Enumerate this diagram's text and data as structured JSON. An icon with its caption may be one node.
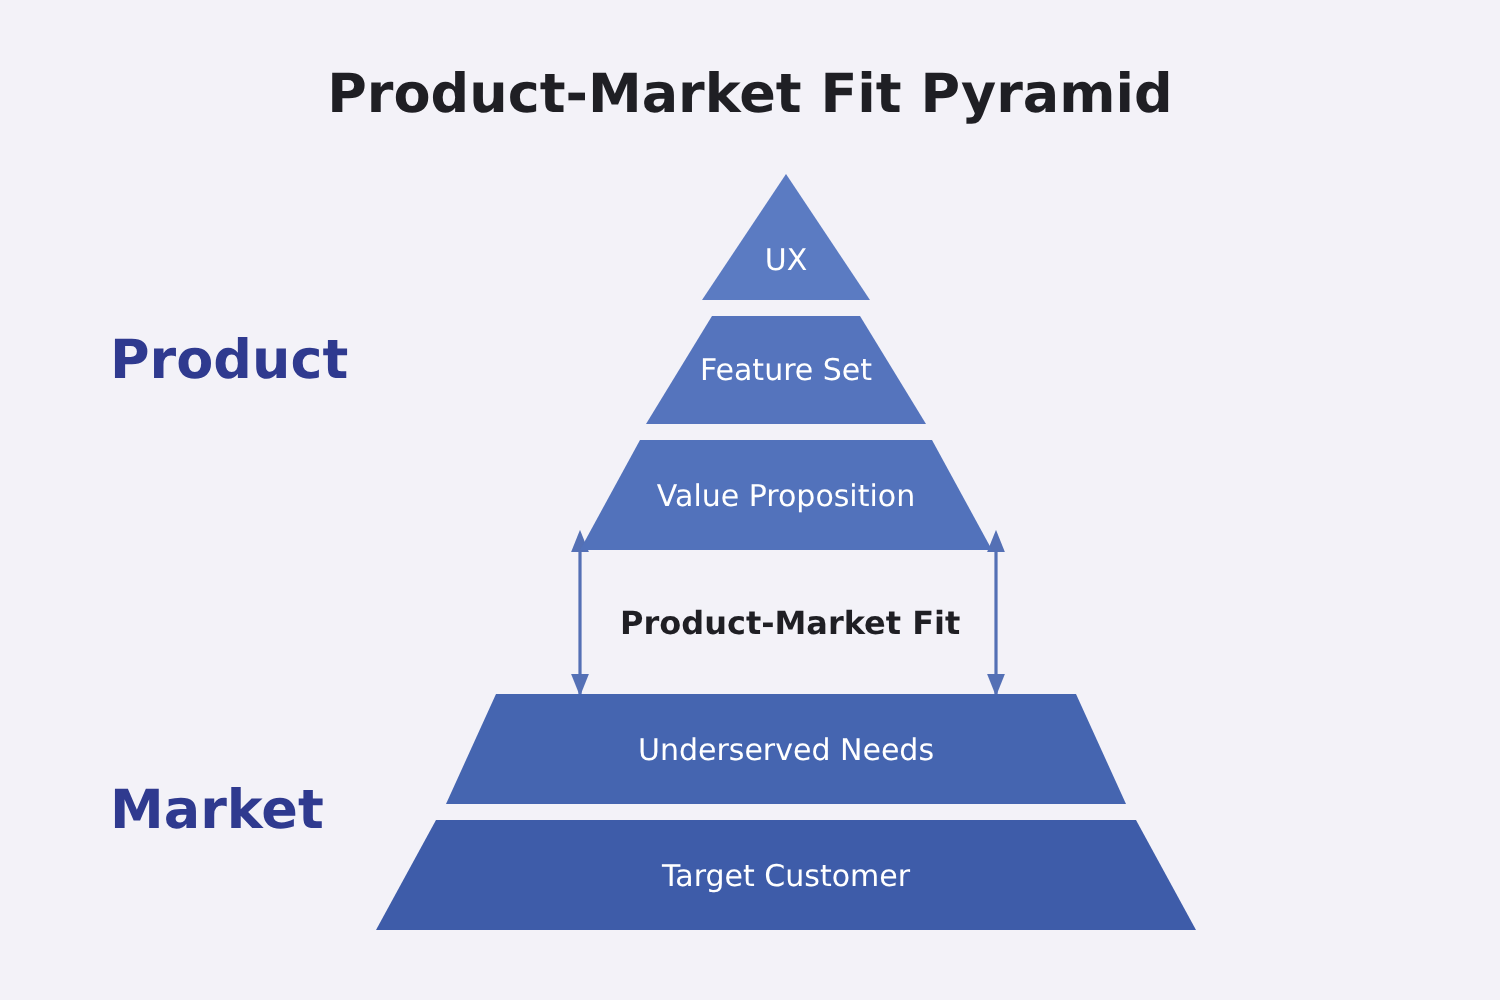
{
  "diagram": {
    "title": "Product-Market Fit Pyramid",
    "nodes": [
      {
        "text": [
          "UX"
        ]
      },
      {
        "text": [
          "Feature Set"
        ]
      },
      {
        "text": [
          "Value Proposition"
        ]
      },
      {
        "text": [
          "Underserved Needs"
        ]
      },
      {
        "text": [
          "Target Customer"
        ]
      }
    ],
    "edges": [
      {
        "from": 2,
        "to": 3,
        "arrow": "both"
      },
      {
        "from": 2,
        "to": 3,
        "arrow": "both"
      }
    ],
    "labels": [
      "Product",
      "Product-Market Fit",
      "Market"
    ]
  }
}
